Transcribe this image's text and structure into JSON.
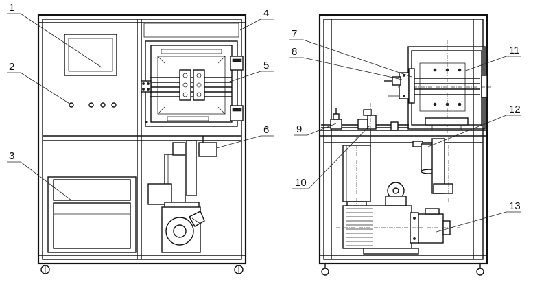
{
  "callouts": {
    "c1": "1",
    "c2": "2",
    "c3": "3",
    "c4": "4",
    "c5": "5",
    "c6": "6",
    "c7": "7",
    "c8": "8",
    "c9": "9",
    "c10": "10",
    "c11": "11",
    "c12": "12",
    "c13": "13"
  },
  "line_color": "#111111",
  "background_color": "#ffffff"
}
